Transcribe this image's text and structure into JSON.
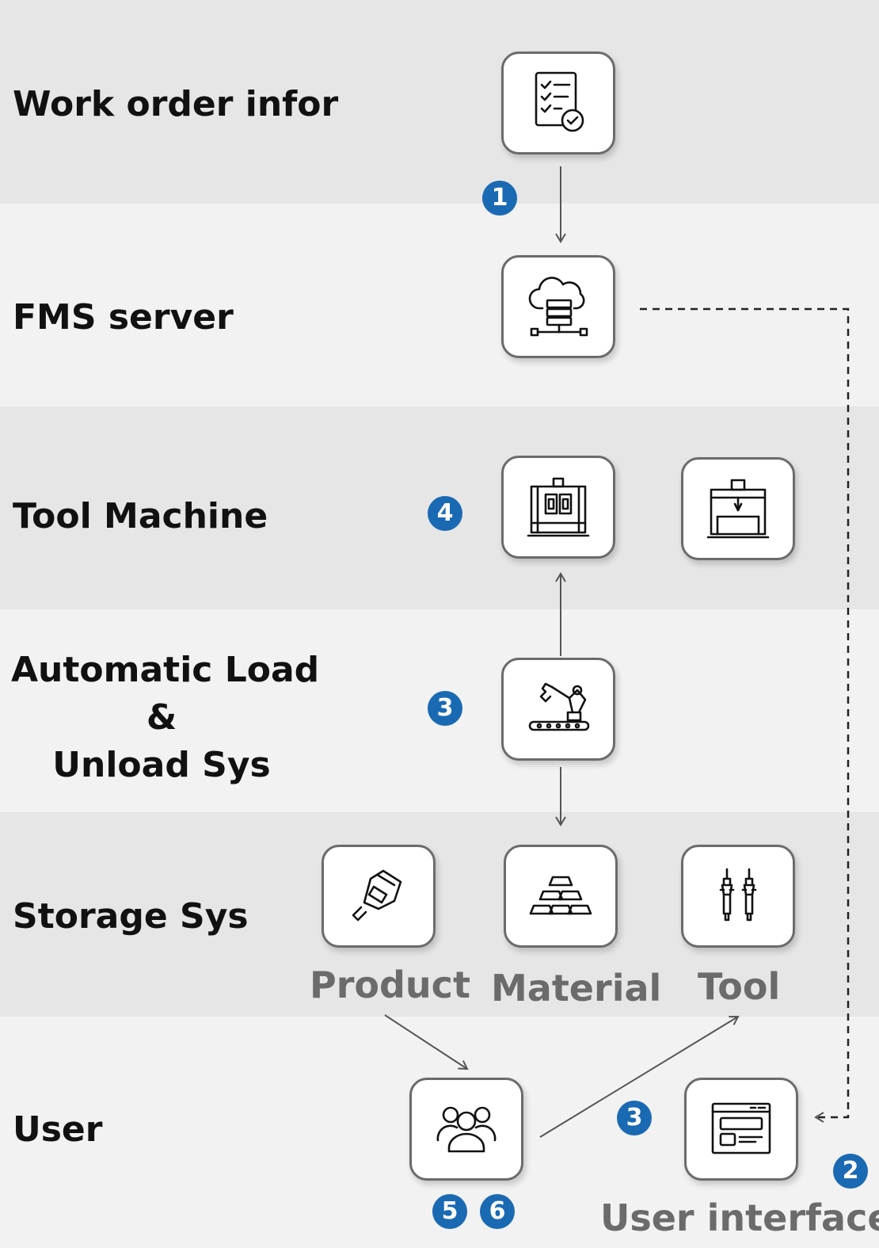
{
  "lanes": {
    "work_order": "Work order infor",
    "fms_server": "FMS server",
    "tool_machine": "Tool Machine",
    "auto_load_line1": "Automatic Load",
    "auto_load_line2": "&",
    "auto_load_line3": "Unload Sys",
    "storage": "Storage Sys",
    "user": "User"
  },
  "captions": {
    "product": "Product",
    "material": "Material",
    "tool": "Tool",
    "user_interface": "User interface"
  },
  "badges": {
    "work_order_to_fms": "1",
    "user_interface": "2",
    "load_unload": "3",
    "user_to_tool": "3",
    "tool_machine": "4",
    "user_a": "5",
    "user_b": "6"
  },
  "icons": {
    "work_order": "checklist-icon",
    "fms_server": "cloud-server-icon",
    "machining_center": "machining-center-icon",
    "cnc_mill": "cnc-mill-icon",
    "robot_arm": "robot-arm-conveyor-icon",
    "product": "product-part-icon",
    "material": "material-ingots-icon",
    "tool": "tool-holder-icon",
    "user_group": "user-group-icon",
    "user_interface": "user-interface-window-icon"
  },
  "colors": {
    "lane_dark": "#e6e6e6",
    "lane_light": "#f2f2f2",
    "badge": "#1a6ab3",
    "card_border": "#6b6b6b",
    "caption": "#6b6b6b"
  }
}
